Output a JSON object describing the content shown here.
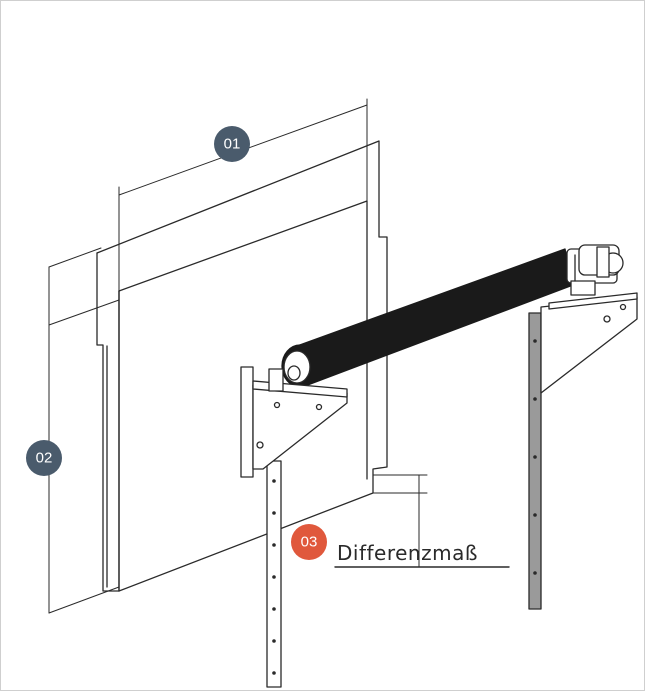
{
  "badges": {
    "b01": {
      "label": "01",
      "color": "#4a5b6c"
    },
    "b02": {
      "label": "02",
      "color": "#4a5b6c"
    },
    "b03": {
      "label": "03",
      "color": "#e0583c"
    }
  },
  "callout": {
    "label": "Differenzmaß"
  },
  "colors": {
    "line": "#2a2a2a",
    "roller": "#1a1a1a"
  }
}
